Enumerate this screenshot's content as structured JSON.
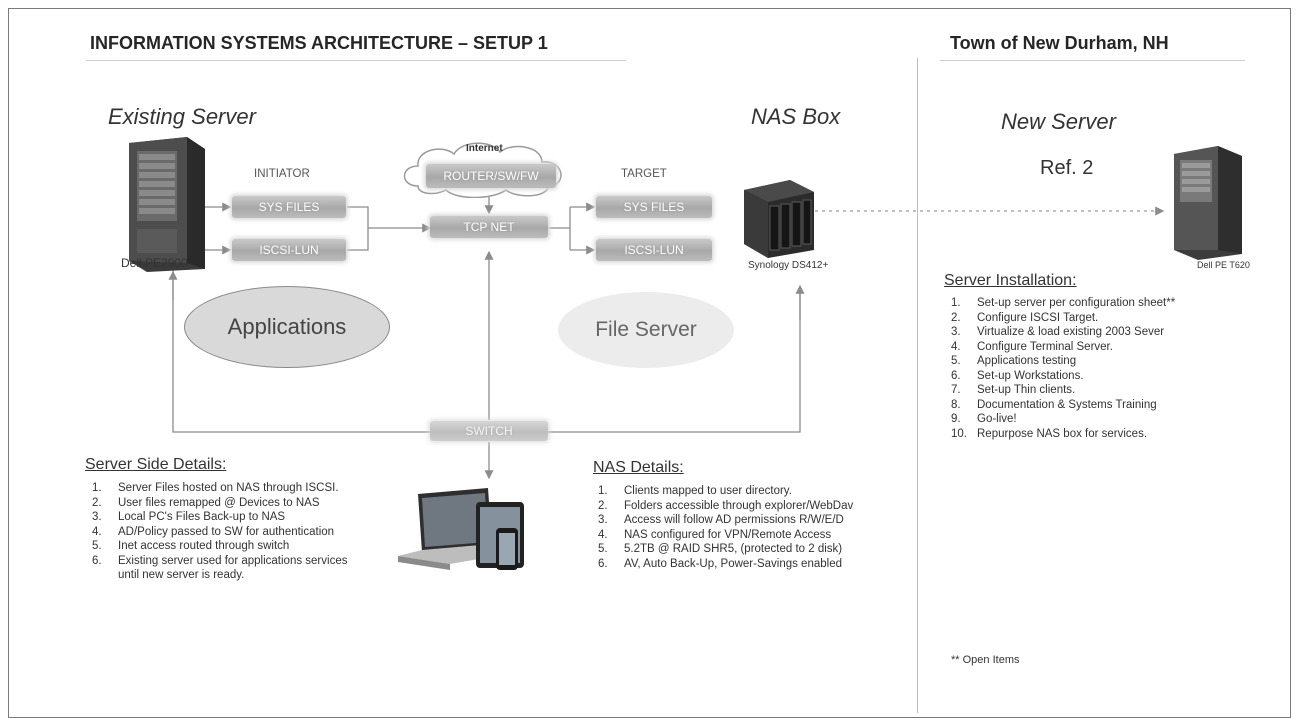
{
  "header": {
    "title": "INFORMATION SYSTEMS ARCHITECTURE – SETUP 1",
    "org": "Town of New Durham, NH"
  },
  "existing_server": {
    "title": "Existing Server",
    "model": "Dell PE2900",
    "initiator_label": "INITIATOR",
    "sys_files": "SYS FILES",
    "iscsi_lun": "ISCSI-LUN",
    "app_label": "Applications"
  },
  "network": {
    "cloud_label": "Internet",
    "router": "ROUTER/SW/FW",
    "tcp_net": "TCP NET",
    "bottom_switch": "SWITCH"
  },
  "nas": {
    "title": "NAS Box",
    "target_label": "TARGET",
    "sys_files": "SYS FILES",
    "iscsi_lun": "ISCSI-LUN",
    "model": "Synology DS412+",
    "file_server_label": "File Server"
  },
  "new_server": {
    "title": "New Server",
    "ref": "Ref. 2",
    "model": "Dell PE T620"
  },
  "server_installation": {
    "title": "Server Installation:",
    "items": [
      "Set-up server per configuration sheet**",
      "Configure ISCSI Target.",
      "Virtualize & load existing 2003 Sever",
      "Configure Terminal Server.",
      "Applications testing",
      "Set-up Workstations.",
      "Set-up Thin clients.",
      "Documentation & Systems Training",
      "Go-live!",
      "Repurpose NAS box for services."
    ]
  },
  "server_side": {
    "title": "Server Side Details:",
    "items": [
      "Server Files hosted on NAS through ISCSI.",
      "User files remapped @ Devices to NAS",
      "Local PC's Files Back-up to NAS",
      "AD/Policy passed to SW for authentication",
      "Inet access routed through switch",
      "Existing server used for applications services\nuntil new server is ready."
    ]
  },
  "nas_details": {
    "title": "NAS Details:",
    "items": [
      "Clients mapped to user directory.",
      "Folders accessible through explorer/WebDav",
      "Access will follow AD permissions R/W/E/D",
      "NAS configured for VPN/Remote Access",
      "5.2TB @ RAID SHR5, (protected to 2 disk)",
      "AV, Auto Back-Up, Power-Savings enabled"
    ]
  },
  "open_items": "** Open Items",
  "colors": {
    "box_fill": "#b5b5b5",
    "ellipse_fill": "#e6e6e6",
    "line": "#8c8c8c"
  }
}
